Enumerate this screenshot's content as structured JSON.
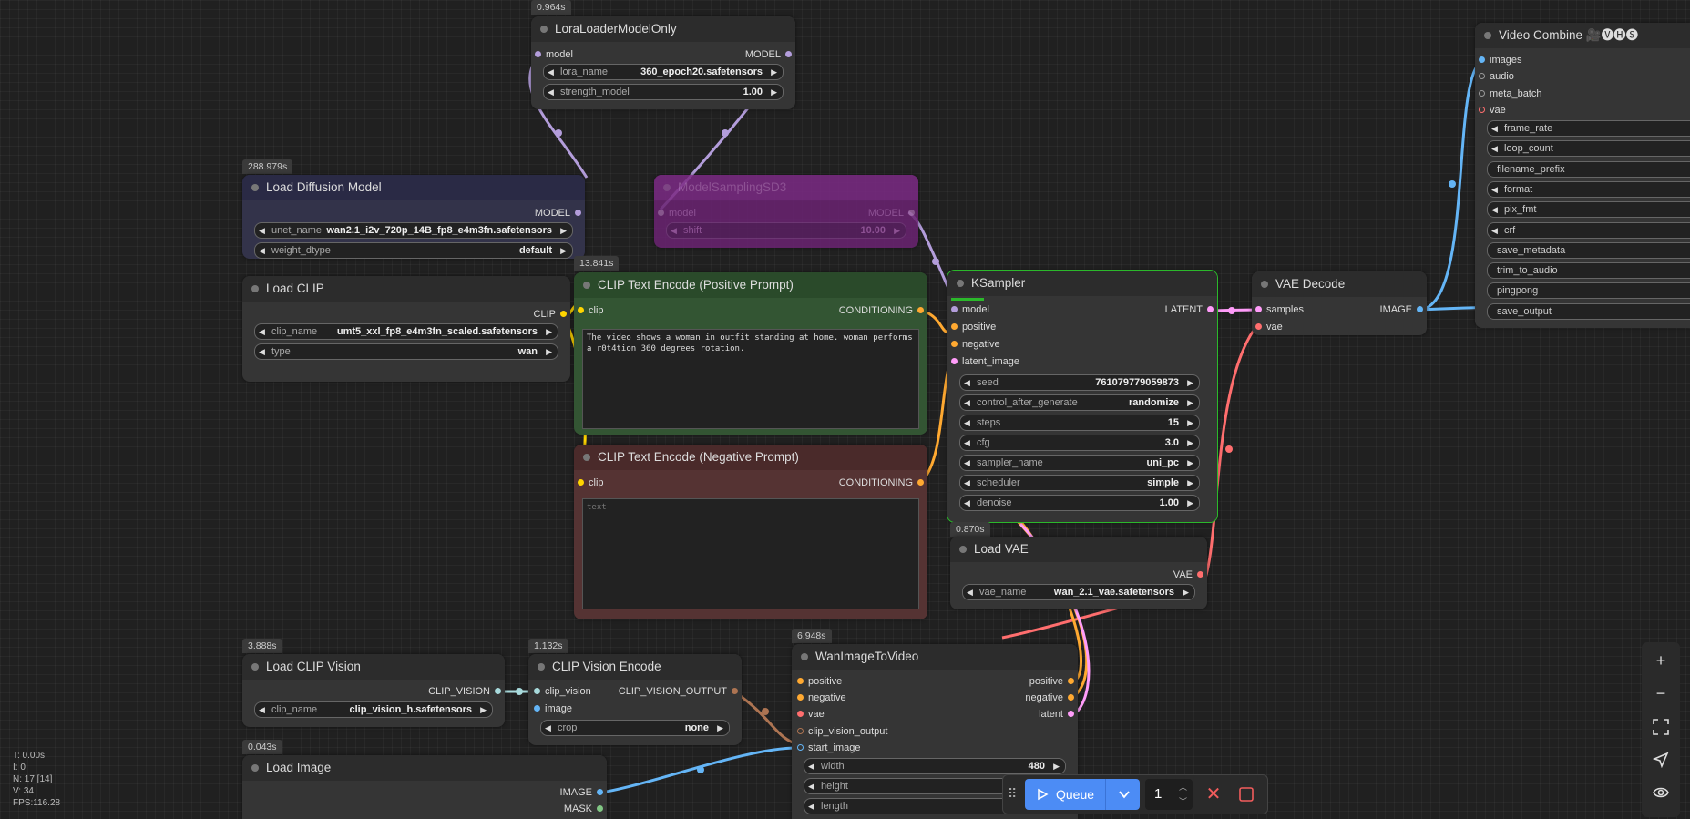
{
  "nodes": {
    "lora": {
      "timer": "0.964s",
      "title": "LoraLoaderModelOnly",
      "in_model": "model",
      "out_model": "MODEL",
      "w1_name": "lora_name",
      "w1_val": "360_epoch20.safetensors",
      "w2_name": "strength_model",
      "w2_val": "1.00"
    },
    "diffusion": {
      "timer": "288.979s",
      "title": "Load Diffusion Model",
      "out_model": "MODEL",
      "w1_name": "unet_name",
      "w1_val": "wan2.1_i2v_720p_14B_fp8_e4m3fn.safetensors",
      "w2_name": "weight_dtype",
      "w2_val": "default"
    },
    "sampling": {
      "title": "ModelSamplingSD3",
      "in_model": "model",
      "out_model": "MODEL",
      "w1_name": "shift",
      "w1_val": "10.00"
    },
    "clip": {
      "title": "Load CLIP",
      "out_clip": "CLIP",
      "w1_name": "clip_name",
      "w1_val": "umt5_xxl_fp8_e4m3fn_scaled.safetensors",
      "w2_name": "type",
      "w2_val": "wan"
    },
    "pos": {
      "timer": "13.841s",
      "title": "CLIP Text Encode (Positive Prompt)",
      "in_clip": "clip",
      "out": "CONDITIONING",
      "text": "The video shows a woman in outfit standing at home. woman performs a r0t4tion 360 degrees rotation."
    },
    "neg": {
      "title": "CLIP Text Encode (Negative Prompt)",
      "in_clip": "clip",
      "out": "CONDITIONING",
      "placeholder": "text"
    },
    "ksampler": {
      "title": "KSampler",
      "in_model": "model",
      "in_pos": "positive",
      "in_neg": "negative",
      "in_latent": "latent_image",
      "out": "LATENT",
      "widgets": [
        {
          "name": "seed",
          "val": "761079779059873"
        },
        {
          "name": "control_after_generate",
          "val": "randomize"
        },
        {
          "name": "steps",
          "val": "15"
        },
        {
          "name": "cfg",
          "val": "3.0"
        },
        {
          "name": "sampler_name",
          "val": "uni_pc"
        },
        {
          "name": "scheduler",
          "val": "simple"
        },
        {
          "name": "denoise",
          "val": "1.00"
        }
      ]
    },
    "vaedecode": {
      "title": "VAE Decode",
      "in_samples": "samples",
      "in_vae": "vae",
      "out": "IMAGE"
    },
    "loadvae": {
      "timer": "0.870s",
      "title": "Load VAE",
      "out": "VAE",
      "w1_name": "vae_name",
      "w1_val": "wan_2.1_vae.safetensors"
    },
    "videocombine": {
      "title": "Video Combine 🎥🅥🅗🅢",
      "in_images": "images",
      "in_audio": "audio",
      "in_meta": "meta_batch",
      "in_vae": "vae",
      "widgets": [
        "frame_rate",
        "loop_count",
        "filename_prefix",
        "format",
        "pix_fmt",
        "crf",
        "save_metadata",
        "trim_to_audio",
        "pingpong",
        "save_output"
      ]
    },
    "clipvision": {
      "timer": "3.888s",
      "title": "Load CLIP Vision",
      "out": "CLIP_VISION",
      "w1_name": "clip_name",
      "w1_val": "clip_vision_h.safetensors"
    },
    "cvencode": {
      "timer": "1.132s",
      "title": "CLIP Vision Encode",
      "in_cv": "clip_vision",
      "in_image": "image",
      "out": "CLIP_VISION_OUTPUT",
      "w1_name": "crop",
      "w1_val": "none"
    },
    "wan": {
      "timer": "6.948s",
      "title": "WanImageToVideo",
      "in_pos": "positive",
      "in_neg": "negative",
      "in_vae": "vae",
      "in_cvo": "clip_vision_output",
      "in_start": "start_image",
      "out_pos": "positive",
      "out_neg": "negative",
      "out_latent": "latent",
      "w1_name": "width",
      "w1_val": "480",
      "w2_name": "height",
      "w3_name": "length"
    },
    "loadimage": {
      "timer": "0.043s",
      "title": "Load Image",
      "out_image": "IMAGE",
      "out_mask": "MASK"
    }
  },
  "stats": {
    "t": "T: 0.00s",
    "i": "I: 0",
    "n": "N: 17 [14]",
    "v": "V: 34",
    "fps": "FPS:116.28"
  },
  "queue": {
    "label": "Queue",
    "count": "1"
  },
  "colors": {
    "model": "#b39ddb",
    "clip": "#ffd500",
    "conditioning": "#ffa931",
    "latent": "#ff9cf9",
    "vae": "#ff6e6e",
    "image": "#64b5f6",
    "clip_vision": "#a8dadc",
    "clip_vision_output": "#ad7452",
    "accent": "#4c8cf5"
  }
}
